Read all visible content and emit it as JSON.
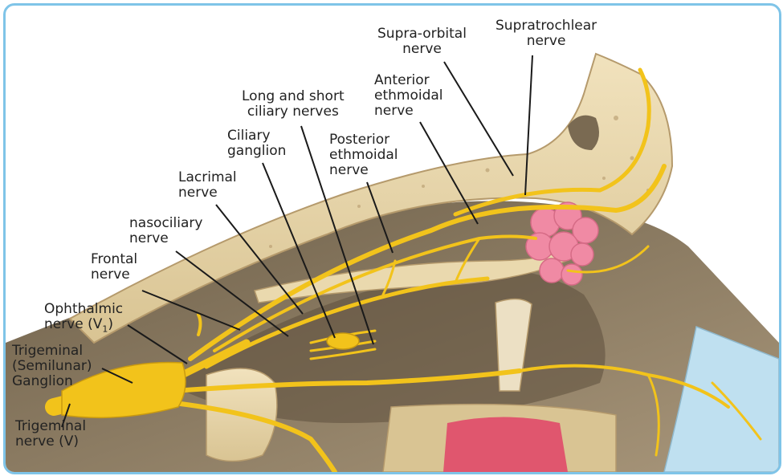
{
  "labels": {
    "supra_orbital": "Supra-orbital\nnerve",
    "supratrochlear": "Supratrochlear\nnerve",
    "anterior_ethmoidal": "Anterior\nethmoidal\nnerve",
    "long_short_ciliary": "Long and short\nciliary nerves",
    "ciliary_ganglion": "Ciliary\nganglion",
    "posterior_ethmoidal": "Posterior\nethmoidal\nnerve",
    "lacrimal": "Lacrimal\nnerve",
    "nasociliary": "nasociliary\nnerve",
    "frontal": "Frontal\nnerve",
    "ophthalmic_line1": "Ophthalmic",
    "ophthalmic_line2": "nerve (V",
    "ophthalmic_sub": "1",
    "ophthalmic_close": ")",
    "trigeminal_ganglion": "Trigeminal\n(Semilunar)\nGanglion",
    "trigeminal_nerve": "Trigeminal\nnerve (V)"
  },
  "colors": {
    "frame": "#7fc4e8",
    "bone": "#e8d5a8",
    "bone_dark": "#b59a6c",
    "cavity": "#8a7a60",
    "nerve": "#f2c31b",
    "nerve_edge": "#c99a10",
    "lacrimal_gland": "#f08aa4",
    "mucosa": "#e0566e",
    "skin_blue": "#bfe0f0"
  }
}
